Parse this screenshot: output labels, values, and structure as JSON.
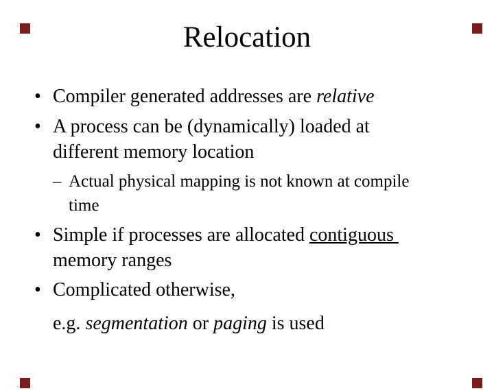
{
  "slide": {
    "title": "Relocation",
    "marker_color": "#7b1b1b",
    "bullet_glyph": "•",
    "dash_glyph": "–"
  },
  "content": {
    "b1": {
      "pre": "Compiler generated addresses are ",
      "em": "relative"
    },
    "b2": {
      "line1": "A process can be (dynamically) loaded at",
      "line2": "different memory location"
    },
    "sub1": {
      "line1": "Actual physical mapping is not known at compile",
      "line2": "time"
    },
    "b3": {
      "pre": "Simple if processes are allocated ",
      "underlined": "contiguous ",
      "line2": "memory ranges"
    },
    "b4": {
      "line1": "Complicated otherwise,",
      "l2_pre": "e.g. ",
      "l2_em1": "segmentation",
      "l2_mid": " or ",
      "l2_em2": "paging",
      "l2_post": " is used"
    }
  }
}
